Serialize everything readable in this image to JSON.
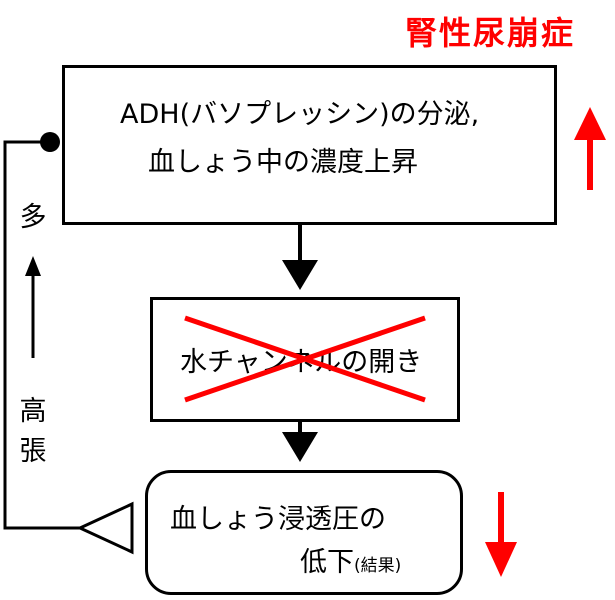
{
  "title": "腎性尿崩症",
  "box1": {
    "line1": "ADH(バソプレッシン)の分泌,",
    "line2": "血しょう中の濃度上昇"
  },
  "box2": {
    "label": "水チャンネルの開き"
  },
  "box3": {
    "line1": "血しょう浸透圧の",
    "line2": "低下",
    "note": "(結果)"
  },
  "side": {
    "top": "多",
    "bottom": "高張"
  },
  "colors": {
    "accent": "#ff0000",
    "line": "#000000"
  }
}
